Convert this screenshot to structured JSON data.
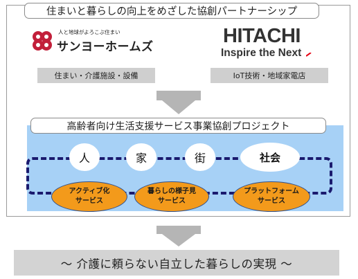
{
  "partnership": {
    "title": "住まいと暮らしの向上をめざした協創パートナーシップ"
  },
  "sanyo": {
    "tagline": "人と地球がよろこぶ住まい",
    "name": "サンヨーホームズ",
    "domain_label": "住まい・介護施設・設備",
    "logo_color": "#c21f3a"
  },
  "hitachi": {
    "name": "HITACHI",
    "tagline": "Inspire the Next",
    "domain_label": "IoT技術・地域家電店",
    "accent_color": "#e60012"
  },
  "project": {
    "title": "高齢者向け生活支援サービス事業協創プロジェクト",
    "levels": [
      "人",
      "家",
      "街",
      "社会"
    ],
    "services": [
      {
        "line1": "アクティブ化",
        "line2": "サービス"
      },
      {
        "line1": "暮らしの様子見",
        "line2": "サービス"
      },
      {
        "line1": "プラットフォーム",
        "line2": "サービス"
      }
    ]
  },
  "goal": {
    "text": "～ 介護に頼らない自立した暮らしの実現 ～"
  },
  "colors": {
    "project_background": "#a7d1f6",
    "service_fill": "#f39a1b",
    "dashed_line": "#1a1a6e",
    "arrow_fill": "#b5b5b5"
  }
}
